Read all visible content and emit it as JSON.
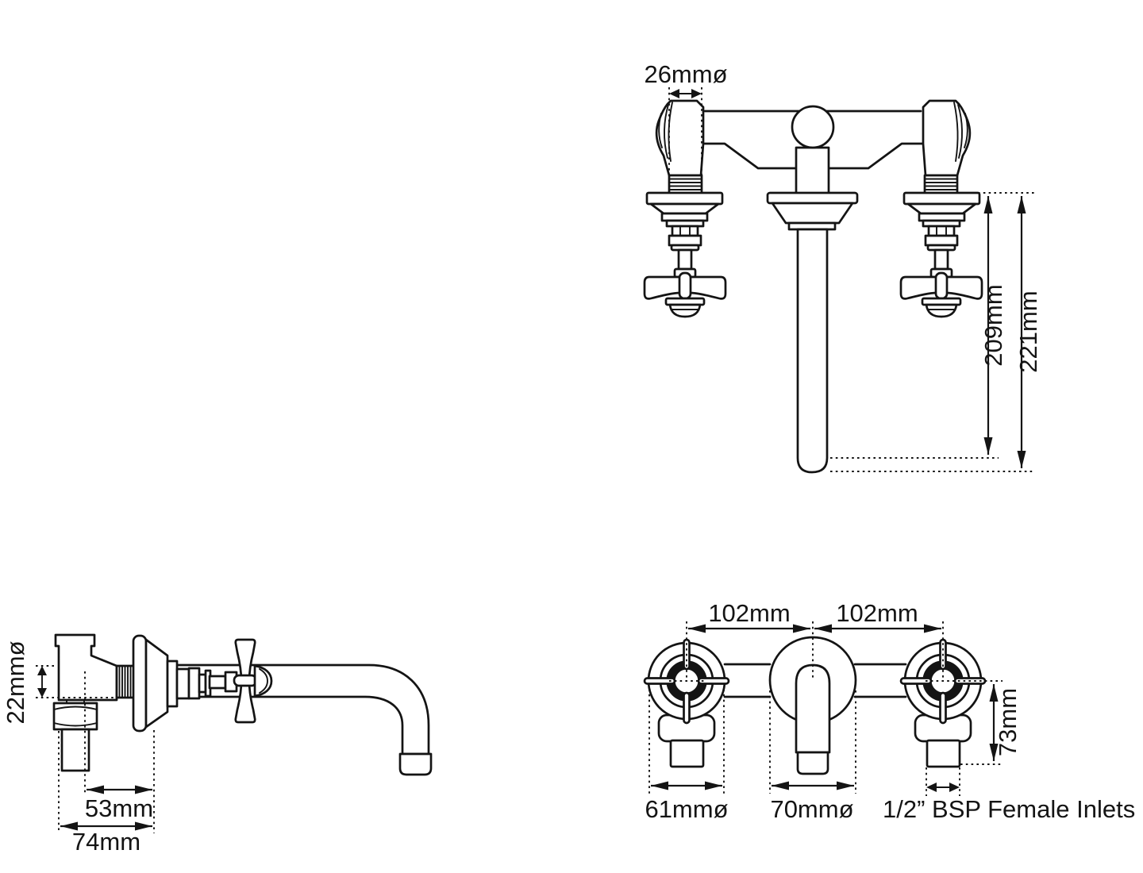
{
  "drawing": {
    "type": "technical-dimensional-drawing",
    "subject": "wall mounted 3-hole basin mixer tap",
    "colors": {
      "background": "#ffffff",
      "line": "#141414"
    },
    "views": {
      "front_elevation": {
        "dims": {
          "valve_head_diameter": "26mmø",
          "drop_to_spout_tip": "209mm",
          "overall_drop": "221mm"
        }
      },
      "side_elevation": {
        "dims": {
          "pipe_diameter": "22mmø",
          "centre_to_wall": "53mm",
          "overall_depth": "74mm"
        }
      },
      "face_view": {
        "dims": {
          "centres_left": "102mm",
          "centres_right": "102mm",
          "valve_flange_diameter": "61mmø",
          "spout_flange_diameter": "70mmø",
          "centre_to_inlet_end": "73mm",
          "inlet_spec": "1/2” BSP Female Inlets"
        }
      }
    }
  }
}
